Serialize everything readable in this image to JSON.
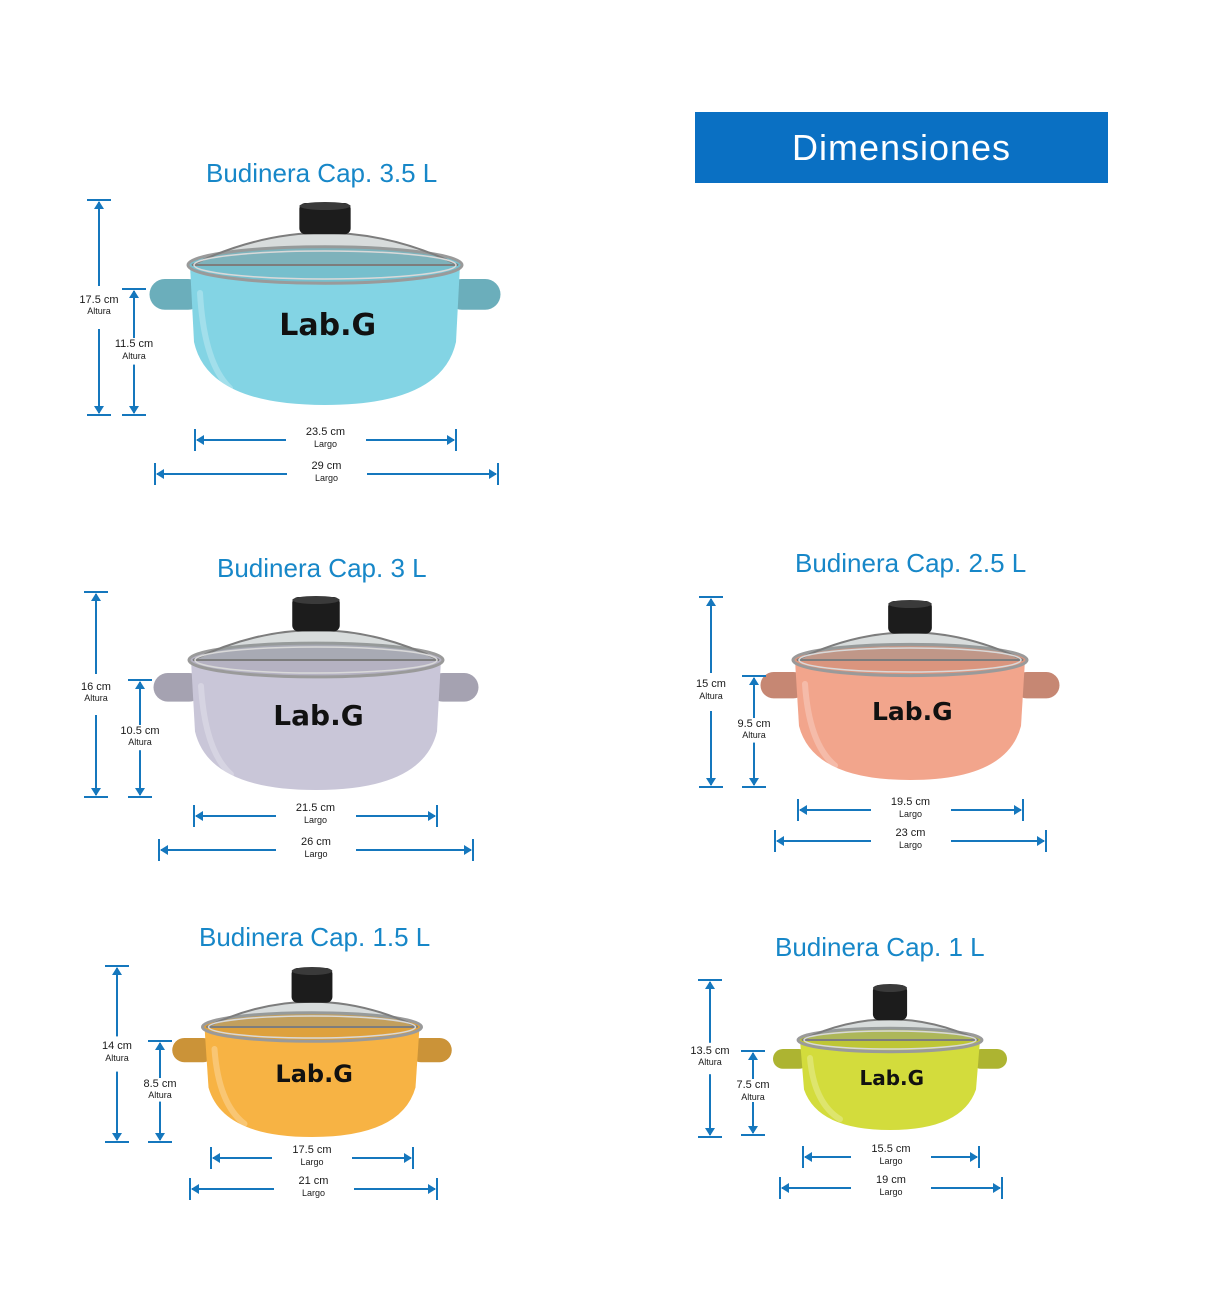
{
  "banner": {
    "title": "Dimensiones"
  },
  "colors": {
    "accent": "#0a70c3",
    "title": "#1787c8",
    "arrow": "#1577bd"
  },
  "brand_text": "Lab.G",
  "pots": [
    {
      "title": "Budinera Cap. 3.5 L",
      "color": "#83d4e4",
      "total_height": "17.5 cm",
      "body_height": "11.5 cm",
      "body_length": "23.5 cm",
      "total_length": "29 cm",
      "height_label": "Altura",
      "length_label": "Largo"
    },
    {
      "title": "Budinera Cap. 3 L",
      "color": "#c9c6d8",
      "total_height": "16 cm",
      "body_height": "10.5 cm",
      "body_length": "21.5 cm",
      "total_length": "26 cm",
      "height_label": "Altura",
      "length_label": "Largo"
    },
    {
      "title": "Budinera Cap. 2.5 L",
      "color": "#f2a58c",
      "total_height": "15 cm",
      "body_height": "9.5 cm",
      "body_length": "19.5 cm",
      "total_length": "23 cm",
      "height_label": "Altura",
      "length_label": "Largo"
    },
    {
      "title": "Budinera Cap. 1.5 L",
      "color": "#f7b344",
      "total_height": "14 cm",
      "body_height": "8.5 cm",
      "body_length": "17.5 cm",
      "total_length": "21 cm",
      "height_label": "Altura",
      "length_label": "Largo"
    },
    {
      "title": "Budinera Cap. 1 L",
      "color": "#d3dc3c",
      "total_height": "13.5 cm",
      "body_height": "7.5 cm",
      "body_length": "15.5 cm",
      "total_length": "19 cm",
      "height_label": "Altura",
      "length_label": "Largo"
    }
  ]
}
